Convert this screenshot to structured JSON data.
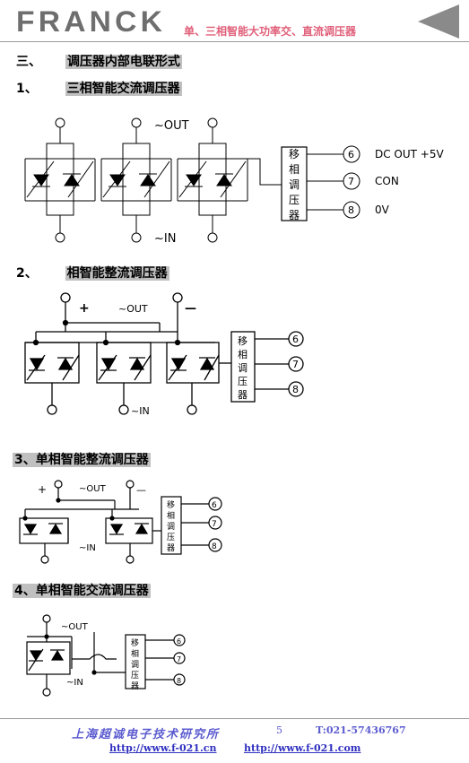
{
  "header": {
    "logo_text": "FRANCK",
    "title": "单、三相智能大功率交、直流调压器",
    "back_arrow_icon": "left-triangle-arrow-icon"
  },
  "section": {
    "number": "三、",
    "title": "调压器内部电联形式"
  },
  "diagrams": [
    {
      "number": "1、",
      "title": "三相智能交流调压器",
      "out_label": "~OUT",
      "in_label": "~IN",
      "module_label": [
        "移",
        "相",
        "调",
        "压",
        "器"
      ],
      "pins": [
        {
          "num": "6",
          "label": "DC OUT +5V"
        },
        {
          "num": "7",
          "label": "CON"
        },
        {
          "num": "8",
          "label": "0V"
        }
      ]
    },
    {
      "number": "2、",
      "title": "相智能整流调压器",
      "plus": "+",
      "minus": "—",
      "out_label": "~OUT",
      "in_label": "~IN",
      "module_label": [
        "移",
        "相",
        "调",
        "压",
        "器"
      ],
      "pins": [
        "6",
        "7",
        "8"
      ]
    },
    {
      "number": "3、",
      "title": "单相智能整流调压器",
      "plus": "+",
      "minus": "—",
      "out_label": "~OUT",
      "in_label": "~IN",
      "module_label": [
        "移",
        "相",
        "调",
        "压",
        "器"
      ],
      "pins": [
        "6",
        "7",
        "8"
      ]
    },
    {
      "number": "4、",
      "title": "单相智能交流调压器",
      "out_label": "~OUT",
      "in_label": "~IN",
      "module_label": [
        "移",
        "相",
        "调",
        "压",
        "器"
      ],
      "pins": [
        "6",
        "7",
        "8"
      ]
    }
  ],
  "footer": {
    "company": "上海超诚电子技术研究所",
    "page": "5",
    "phone": "T:021-57436767",
    "link1": "http://www.f-021.cn",
    "link2": "http://www.f-021.com"
  }
}
